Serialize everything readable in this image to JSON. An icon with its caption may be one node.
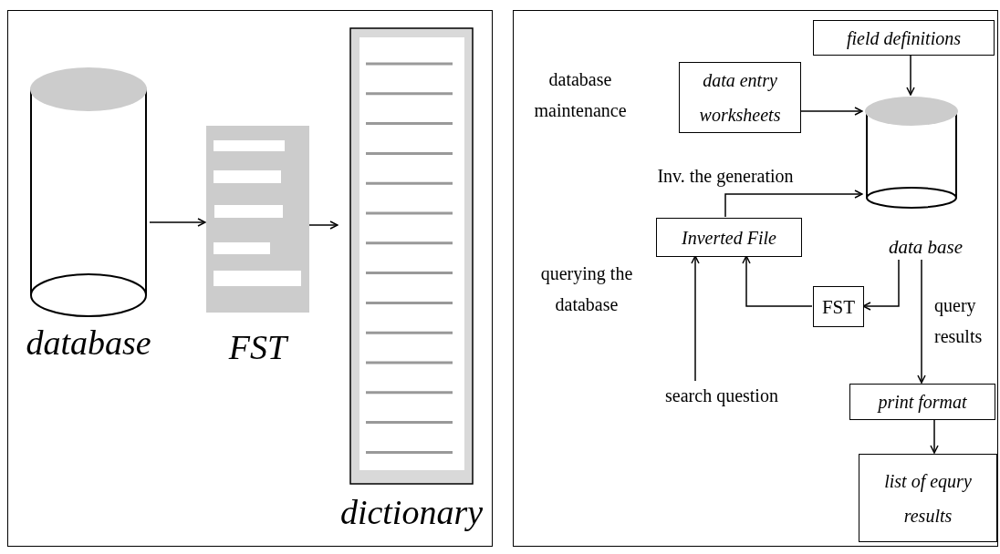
{
  "diagram": {
    "nodes": [
      {
        "text": [],
        "shape": "box"
      },
      {
        "text": [],
        "shape": "box"
      },
      {
        "text": [
          "database"
        ],
        "in": 0
      },
      {
        "text": [
          "FST"
        ],
        "in": 0
      },
      {
        "text": [
          "dictionary"
        ],
        "in": 0
      },
      {
        "text": [
          "field definitions"
        ],
        "in": 1
      },
      {
        "text": [
          "data entry worksheets"
        ],
        "in": 1
      },
      {
        "text": [
          "data base"
        ],
        "in": 1
      },
      {
        "text": [
          "Inverted File"
        ],
        "in": 1
      },
      {
        "text": [
          "FST"
        ],
        "in": 1
      },
      {
        "text": [
          "search question"
        ],
        "in": 1
      },
      {
        "text": [
          "print format"
        ],
        "in": 1
      },
      {
        "text": [
          "list of equry results"
        ],
        "in": 1
      }
    ],
    "edges": [
      {
        "from": 2,
        "to": 3,
        "arrow": "to"
      },
      {
        "from": 3,
        "to": 4,
        "arrow": "to"
      },
      {
        "from": 5,
        "to": 7,
        "arrow": "to"
      },
      {
        "from": 6,
        "to": 7,
        "arrow": "to"
      },
      {
        "from": 8,
        "to": 7,
        "arrow": "to"
      },
      {
        "from": 7,
        "to": 9,
        "arrow": "to"
      },
      {
        "from": 9,
        "to": 8,
        "arrow": "to"
      },
      {
        "from": 10,
        "to": 8,
        "arrow": "to"
      },
      {
        "from": 7,
        "to": 11,
        "arrow": "to"
      },
      {
        "from": 11,
        "to": 12,
        "arrow": "to"
      }
    ],
    "labels": [
      "database maintenance",
      "Inv. the generation",
      "querying the database",
      "query results"
    ]
  }
}
